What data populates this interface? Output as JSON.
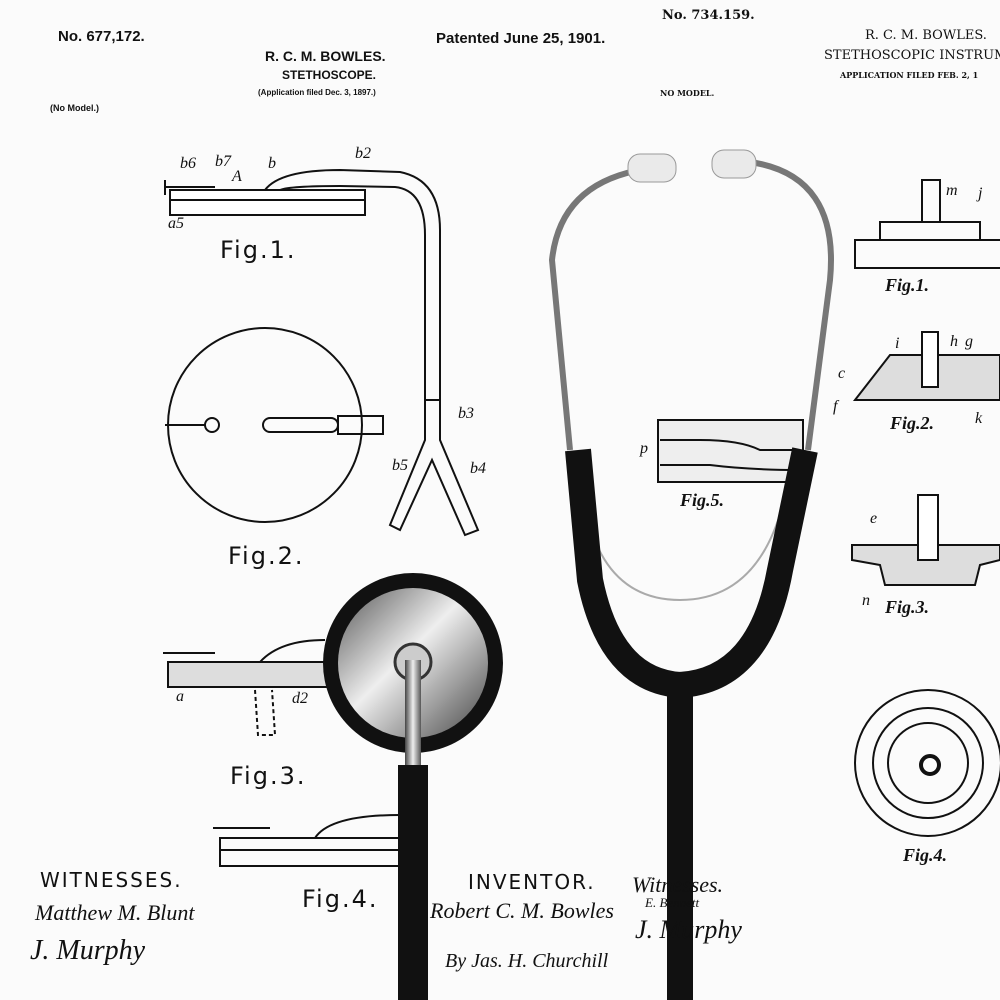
{
  "left_patent": {
    "number": "No. 677,172.",
    "date": "Patented June 25, 1901.",
    "inventor_name": "R. C. M. BOWLES.",
    "title": "STETHOSCOPE.",
    "application": "(Application filed Dec. 3, 1897.)",
    "model": "(No Model.)",
    "figures": [
      "Fig.1.",
      "Fig.2.",
      "Fig.3.",
      "Fig.4."
    ],
    "witnesses_label": "WITNESSES.",
    "inventor_label": "INVENTOR.",
    "witness_signatures": [
      "Matthew M. Blunt",
      "J. Murphy"
    ],
    "inventor_signature": "Robert C. M. Bowles",
    "attorney_signature": "By Jas. H. Churchill"
  },
  "right_patent": {
    "number": "No. 734.159.",
    "inventor_name": "R. C. M. BOWLES.",
    "title": "STETHOSCOPIC INSTRUM",
    "application": "APPLICATION FILED FEB. 2, 1",
    "model": "NO MODEL.",
    "figures": [
      "Fig.1.",
      "Fig.2.",
      "Fig.3.",
      "Fig.4.",
      "Fig.5."
    ],
    "witnesses_label": "Witnesses.",
    "witness_signatures": [
      "E. Bennett",
      "J. Murphy"
    ]
  },
  "reference_letters": [
    "b6",
    "b7",
    "b",
    "b2",
    "A",
    "a5",
    "b3",
    "b5",
    "b4",
    "a",
    "d2",
    "m",
    "j",
    "i",
    "h",
    "g",
    "c",
    "f",
    "e",
    "n",
    "k",
    "p"
  ],
  "colors": {
    "tubing": "#111111",
    "metal": "#9a9a9a",
    "earpiece": "#e8e8e8",
    "paper": "#fbfbfb"
  }
}
